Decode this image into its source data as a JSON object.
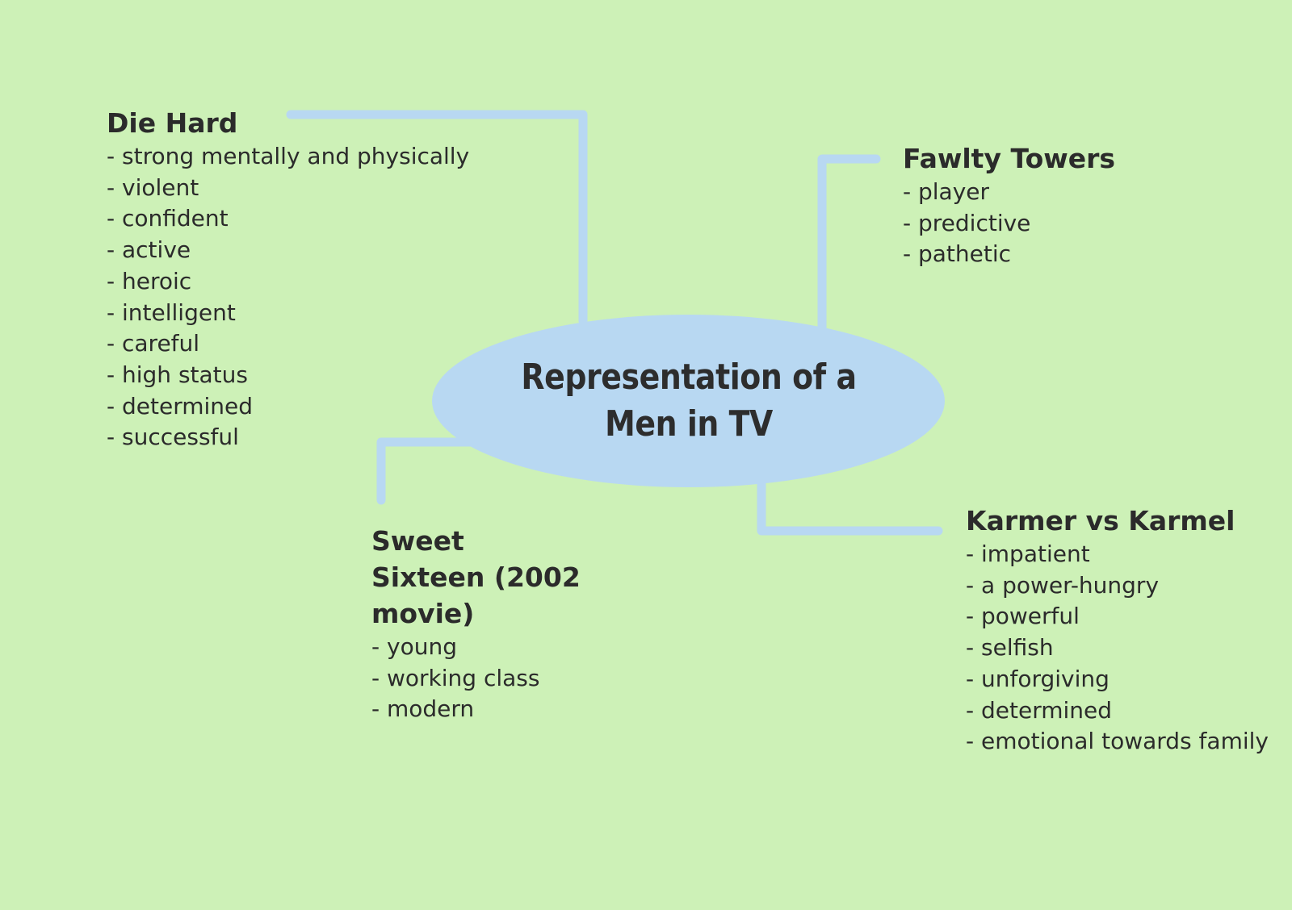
{
  "colors": {
    "background": "#cdf1b7",
    "center_fill": "#b8d8f2",
    "connector": "#b8d8f2",
    "text": "#2b2b2b"
  },
  "center": {
    "title": "Representation of a Men in TV"
  },
  "branches": {
    "die_hard": {
      "title": "Die Hard",
      "items": [
        "- strong mentally and physically",
        "- violent",
        "- confident",
        "- active",
        "- heroic",
        "- intelligent",
        "- careful",
        "- high status",
        "- determined",
        "- successful"
      ]
    },
    "fawlty_towers": {
      "title": "Fawlty Towers",
      "items": [
        "- player",
        "- predictive",
        "- pathetic"
      ]
    },
    "sweet_sixteen": {
      "title": "Sweet Sixteen (2002 movie)",
      "items": [
        "- young",
        "- working class",
        "- modern"
      ]
    },
    "karmer_vs_karmel": {
      "title": "Karmer vs Karmel",
      "items": [
        "- impatient",
        "- a power-hungry",
        "- powerful",
        "- selfish",
        "- unforgiving",
        "- determined",
        "- emotional towards family"
      ]
    }
  }
}
